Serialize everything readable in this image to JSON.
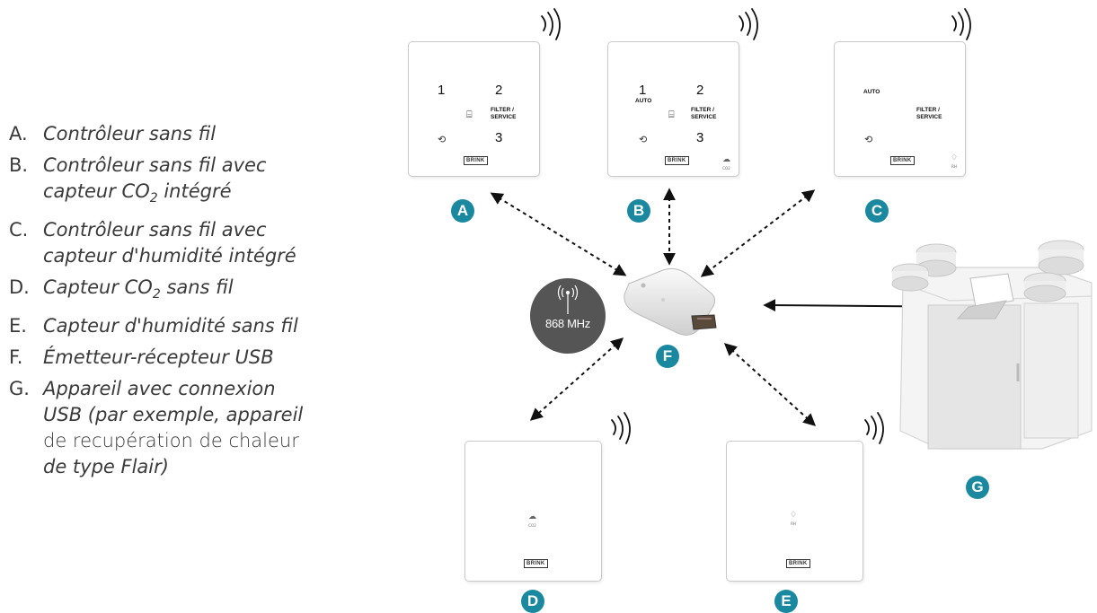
{
  "legend": [
    {
      "letter": "A.",
      "lines": [
        "Contrôleur sans fil"
      ]
    },
    {
      "letter": "B.",
      "lines": [
        "Contrôleur sans fil avec",
        "capteur CO2 intégré"
      ]
    },
    {
      "letter": "C.",
      "lines": [
        "Contrôleur sans fil avec",
        "capteur d'humidité intégré"
      ]
    },
    {
      "letter": "D.",
      "lines": [
        "Capteur CO2 sans fil"
      ]
    },
    {
      "letter": "E.",
      "lines": [
        "Capteur d'humidité sans fil"
      ]
    },
    {
      "letter": "F.",
      "lines": [
        "Émetteur-récepteur USB"
      ]
    },
    {
      "letter": "G.",
      "lines": [
        "Appareil avec connexion",
        "USB (par exemple, appareil",
        "de recupération de chaleur",
        "de type Flair)"
      ]
    }
  ],
  "badges": {
    "A": "A",
    "B": "B",
    "C": "C",
    "D": "D",
    "E": "E",
    "F": "F",
    "G": "G"
  },
  "panels": {
    "key1": "1",
    "key2": "2",
    "key3": "3",
    "auto": "AUTO",
    "filter_service": "FILTER / SERVICE",
    "brand": "BRINK",
    "co2_badge": "CO2",
    "rh_badge": "RH"
  },
  "transceiver": {
    "frequency": "868 MHz"
  },
  "colors": {
    "badge": "#1a89a0",
    "frequency_badge": "#555555",
    "arrow": "#111111"
  }
}
